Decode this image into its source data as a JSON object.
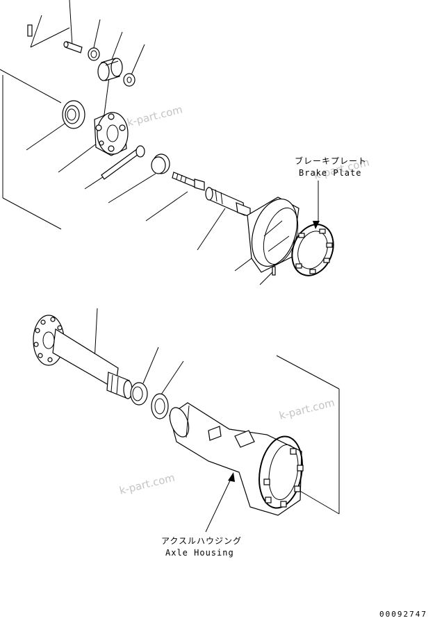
{
  "labels": {
    "brake_plate_jp": "ブレーキプレート",
    "brake_plate_en": "Brake Plate",
    "axle_housing_jp": "アクスルハウジング",
    "axle_housing_en": "Axle Housing"
  },
  "watermark": "k-part.com",
  "drawing_number": "00092747"
}
